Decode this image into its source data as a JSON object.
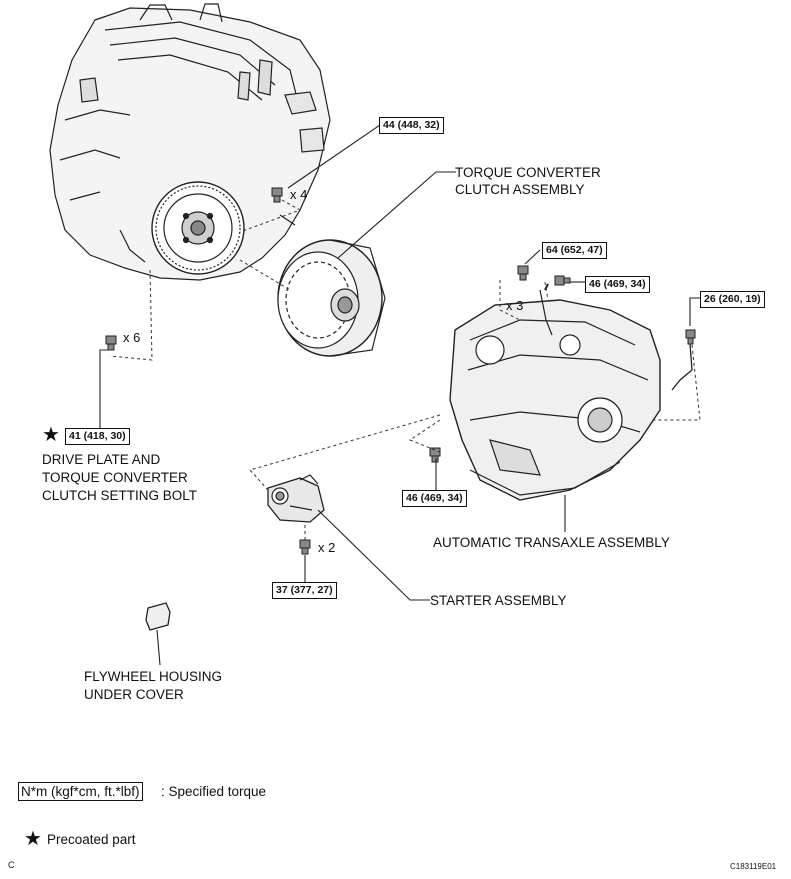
{
  "torques": {
    "t1": "44 (448, 32)",
    "t2": "64 (652, 47)",
    "t3": "46 (469, 34)",
    "t4": "26 (260, 19)",
    "t5": "41 (418, 30)",
    "t6": "46 (469, 34)",
    "t7": "37 (377, 27)"
  },
  "quantities": {
    "q1": "x 4",
    "q2": "x 6",
    "q3": "x 3",
    "q4": "x 2"
  },
  "labels": {
    "torque_converter_1": "TORQUE CONVERTER",
    "torque_converter_2": "CLUTCH ASSEMBLY",
    "drive_plate_1": "DRIVE PLATE AND",
    "drive_plate_2": "TORQUE CONVERTER",
    "drive_plate_3": "CLUTCH SETTING BOLT",
    "transaxle": "AUTOMATIC TRANSAXLE ASSEMBLY",
    "starter": "STARTER ASSEMBLY",
    "flywheel_1": "FLYWHEEL HOUSING",
    "flywheel_2": "UNDER COVER"
  },
  "legend": {
    "torque_unit": "N*m (kgf*cm, ft.*lbf)",
    "torque_text": ": Specified torque",
    "precoated_text": "Precoated part"
  },
  "footer": {
    "left": "C",
    "right": "C183119E01"
  },
  "icons": {
    "precoat": "star-icon"
  }
}
